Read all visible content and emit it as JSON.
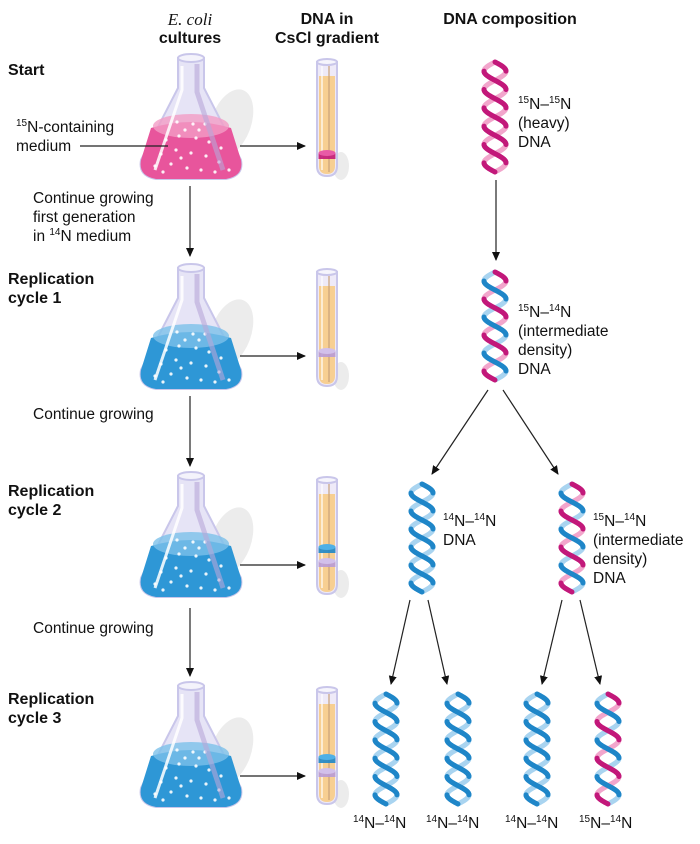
{
  "headers": {
    "cultures_italic": "E. coli",
    "cultures": "cultures",
    "gradient_line1": "DNA in",
    "gradient_line2": "CsCl gradient",
    "composition": "DNA composition"
  },
  "rows": [
    {
      "label_line1": "Start",
      "label_line2": "",
      "medium": "pink"
    },
    {
      "label_line1": "Replication",
      "label_line2": "cycle 1",
      "medium": "blue"
    },
    {
      "label_line1": "Replication",
      "label_line2": "cycle 2",
      "medium": "blue"
    },
    {
      "label_line1": "Replication",
      "label_line2": "cycle 3",
      "medium": "blue"
    }
  ],
  "notes": {
    "medium_sup": "15",
    "medium_line1_rest": "N-containing",
    "medium_line2": "medium",
    "continue1_line1": "Continue growing",
    "continue1_line2": "first generation",
    "continue1_line3_pre": "in ",
    "continue1_line3_sup": "14",
    "continue1_line3_rest": "N medium",
    "continue2": "Continue growing",
    "continue3": "Continue growing"
  },
  "dna": {
    "start": {
      "sup1": "15",
      "sup2": "15",
      "line2": "(heavy)",
      "line3": "DNA"
    },
    "cycle1": {
      "sup1": "15",
      "sup2": "14",
      "line2": "(intermediate",
      "line3": "density)",
      "line4": "DNA"
    },
    "cycle2_left": {
      "sup1": "14",
      "sup2": "14",
      "line2": "DNA"
    },
    "cycle2_right": {
      "sup1": "15",
      "sup2": "14",
      "line2": "(intermediate",
      "line3": "density)",
      "line4": "DNA"
    },
    "cycle3": [
      {
        "sup1": "14",
        "sup2": "14"
      },
      {
        "sup1": "14",
        "sup2": "14"
      },
      {
        "sup1": "14",
        "sup2": "14"
      },
      {
        "sup1": "15",
        "sup2": "14"
      }
    ]
  },
  "colors": {
    "heavy": "#c2187a",
    "heavy_light": "#f2a6cc",
    "light": "#1f86c8",
    "light_pale": "#a9d4f0",
    "pink_medium": "#e8559c",
    "blue_medium": "#2e97d6",
    "gradient": "#f7cf92",
    "intermediate_band": "#b79ad6",
    "glass": "#c9c6ea"
  }
}
